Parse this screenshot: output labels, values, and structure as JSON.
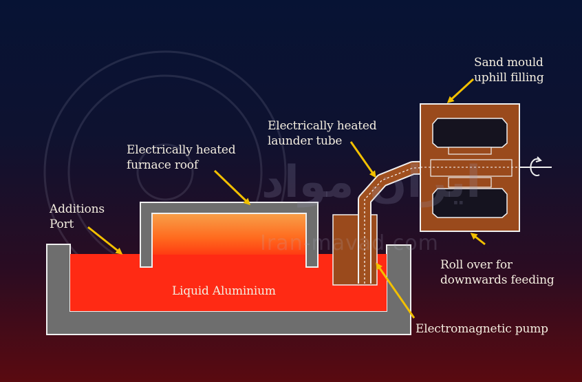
{
  "labels": {
    "sand_mould": "Sand mould\nuphill filling",
    "launder_tube": "Electrically heated\nlaunder tube",
    "furnace_roof": "Electrically heated\nfurnace roof",
    "additions_port": "Additions\nPort",
    "liquid_aluminium": "Liquid Aluminium",
    "roll_over": "Roll over for\ndownwards feeding",
    "em_pump": "Electromagnetic pump"
  },
  "watermark": {
    "logo_text": "ایران مواد",
    "url_text": "Iran-mavad.com"
  },
  "colors": {
    "furnace_wall": "#6e6e6e",
    "wall_border": "#f0f0f0",
    "liquid": "#ff2a14",
    "mould": "#9a4a1c",
    "arrow": "#f2c000"
  }
}
